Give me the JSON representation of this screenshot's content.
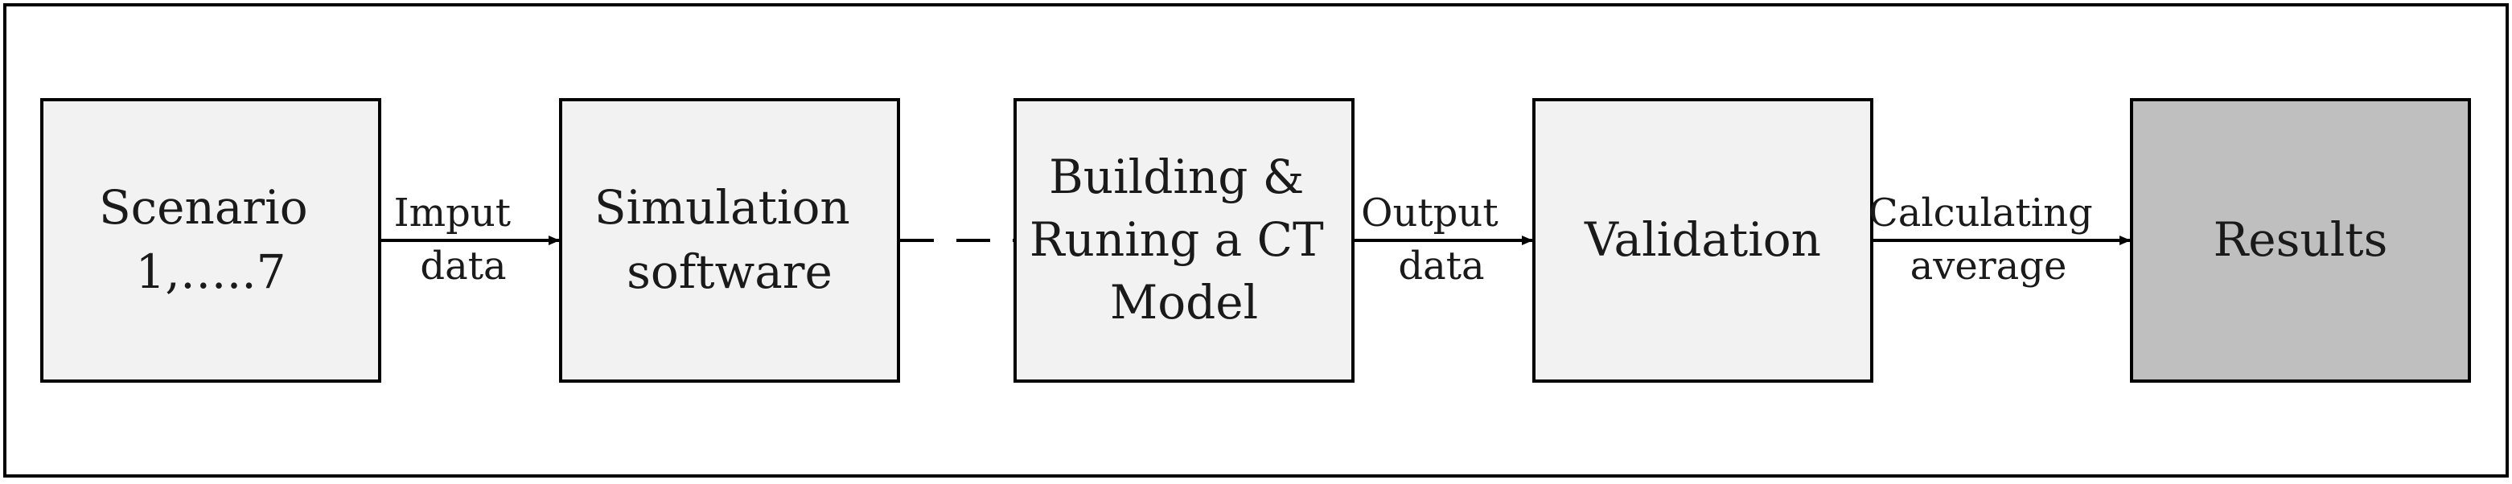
{
  "nodes": [
    {
      "id": "scenario",
      "lines": [
        "Scenario",
        "1,…..7"
      ],
      "fill": "#f2f2f2"
    },
    {
      "id": "simulation",
      "lines": [
        "Simulation",
        "software"
      ],
      "fill": "#f2f2f2"
    },
    {
      "id": "ct-model",
      "lines": [
        "Building &",
        "Runing a CT",
        "Model"
      ],
      "fill": "#f2f2f2"
    },
    {
      "id": "validation",
      "lines": [
        "Validation"
      ],
      "fill": "#f2f2f2"
    },
    {
      "id": "results",
      "lines": [
        "Results"
      ],
      "fill": "#bfbfbf"
    }
  ],
  "edges": [
    {
      "from": "scenario",
      "to": "simulation",
      "style": "arrow",
      "lines": [
        "Imput",
        "data"
      ]
    },
    {
      "from": "simulation",
      "to": "ct-model",
      "style": "dashed",
      "lines": []
    },
    {
      "from": "ct-model",
      "to": "validation",
      "style": "arrow",
      "lines": [
        "Output",
        "data"
      ]
    },
    {
      "from": "validation",
      "to": "results",
      "style": "arrow",
      "lines": [
        "Calculating",
        "average"
      ]
    }
  ],
  "colors": {
    "border": "#000000",
    "box_fill": "#f2f2f2",
    "result_fill": "#bfbfbf",
    "text": "#1a1a1a"
  }
}
